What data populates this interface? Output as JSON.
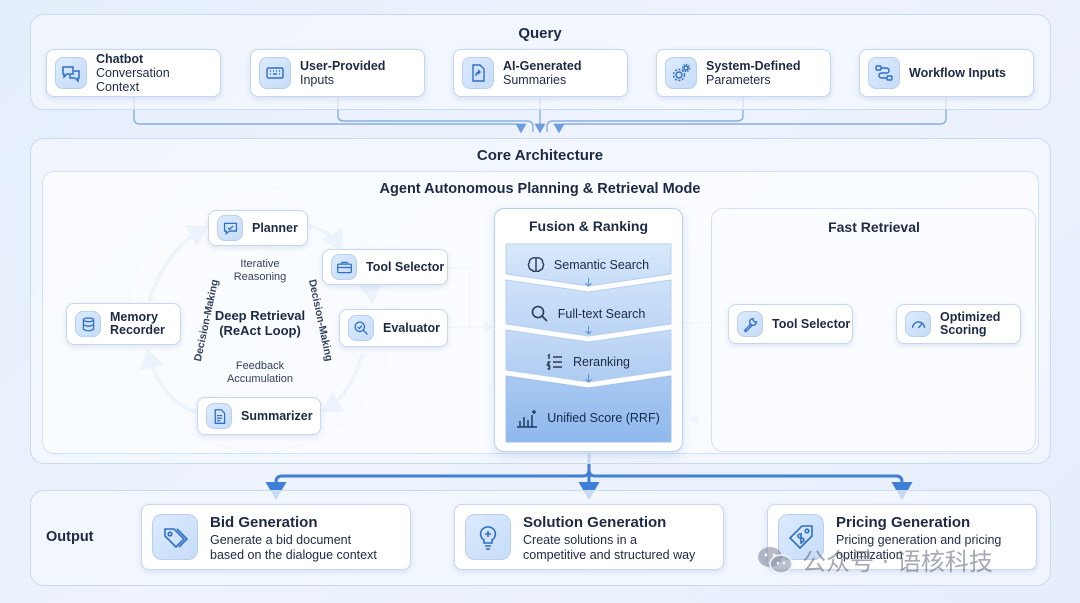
{
  "query": {
    "title": "Query",
    "inputs": [
      {
        "line1": "Chatbot",
        "line2": "Conversation Context",
        "icon": "chat-bubbles-icon"
      },
      {
        "line1": "User-Provided",
        "line2": "Inputs",
        "icon": "keyboard-icon"
      },
      {
        "line1": "AI-Generated",
        "line2": "Summaries",
        "icon": "document-arrow-icon"
      },
      {
        "line1": "System-Defined",
        "line2": "Parameters",
        "icon": "gears-icon"
      },
      {
        "line1": "Workflow Inputs",
        "line2": "",
        "icon": "workflow-icon"
      }
    ]
  },
  "core": {
    "title": "Core Architecture",
    "agent_title": "Agent Autonomous Planning & Retrieval Mode",
    "loop": {
      "center_line1": "Deep Retrieval",
      "center_line2": "(ReAct Loop)",
      "iterative_line1": "Iterative",
      "iterative_line2": "Reasoning",
      "feedback_line1": "Feedback",
      "feedback_line2": "Accumulation",
      "arc_left": "Decision-Making",
      "arc_right": "Decision-Making",
      "nodes": {
        "planner": "Planner",
        "tool_selector": "Tool Selector",
        "evaluator": "Evaluator",
        "summarizer": "Summarizer",
        "memory_line1": "Memory",
        "memory_line2": "Recorder"
      }
    },
    "fusion": {
      "title": "Fusion & Ranking",
      "steps": [
        "Semantic Search",
        "Full-text Search",
        "Reranking",
        "Unified Score (RRF)"
      ]
    },
    "fast": {
      "title": "Fast Retrieval",
      "tool_selector": "Tool Selector",
      "scoring_line1": "Optimized",
      "scoring_line2": "Scoring"
    }
  },
  "output": {
    "label": "Output",
    "items": [
      {
        "title": "Bid Generation",
        "line1": "Generate a bid document",
        "line2": "based on the dialogue context",
        "icon": "tags-icon"
      },
      {
        "title": "Solution Generation",
        "line1": "Create solutions in a",
        "line2": "competitive and structured way",
        "icon": "lightbulb-icon"
      },
      {
        "title": "Pricing Generation",
        "line1": "Pricing generation and pricing",
        "line2": "optimization",
        "icon": "price-tag-icon"
      }
    ]
  },
  "watermark": {
    "text": "公众号 · 语核科技"
  },
  "colors": {
    "accent": "#3f7fd8",
    "line": "#7aa6e6",
    "panel_border": "#c9daf3"
  }
}
